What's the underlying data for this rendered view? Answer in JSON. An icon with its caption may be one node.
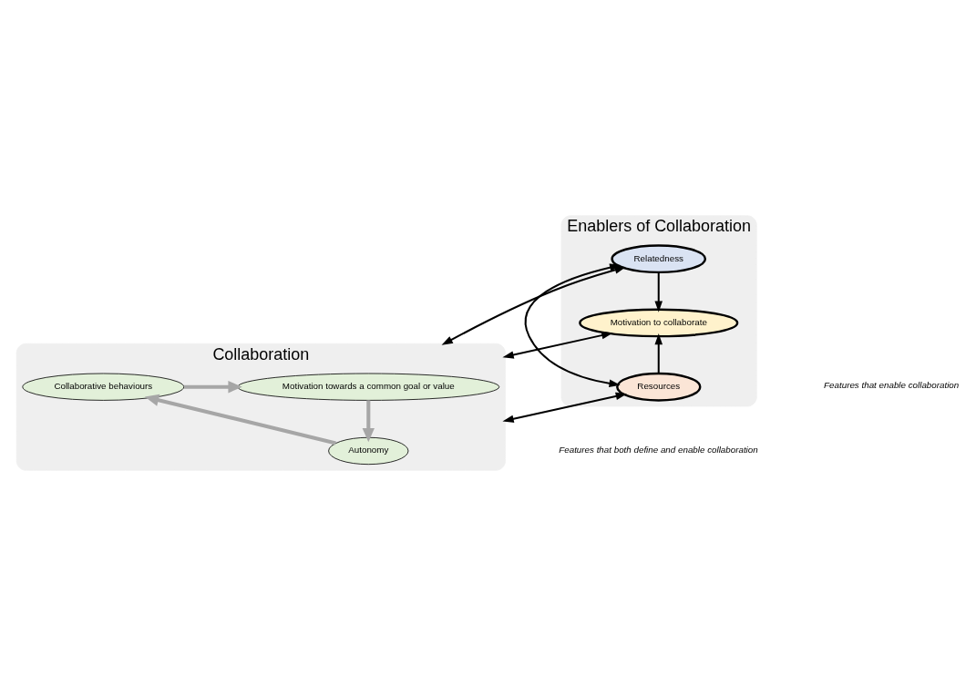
{
  "diagram": {
    "nodes": [
      {
        "text": [
          "Collaboration"
        ]
      },
      {
        "text": [
          "Collaborative behaviours"
        ],
        "in": 0
      },
      {
        "text": [
          "Motivation towards a common goal or value"
        ],
        "in": 0
      },
      {
        "text": [
          "Autonomy"
        ],
        "in": 0
      },
      {
        "text": [
          "Enablers of Collaboration"
        ]
      },
      {
        "text": [
          "Relatedness"
        ],
        "in": 4
      },
      {
        "text": [
          "Motivation to collaborate"
        ],
        "in": 4
      },
      {
        "text": [
          "Resources"
        ],
        "in": 4
      }
    ],
    "edges": [
      {
        "from": 1,
        "to": 2,
        "arrow": "to",
        "style": "thick",
        "color": "#a6a6a6"
      },
      {
        "from": 2,
        "to": 3,
        "arrow": "to",
        "style": "thick",
        "color": "#a6a6a6"
      },
      {
        "from": 3,
        "to": 1,
        "arrow": "to",
        "style": "thick",
        "color": "#a6a6a6"
      },
      {
        "from": 0,
        "to": 5,
        "arrow": "both"
      },
      {
        "from": 0,
        "to": 6,
        "arrow": "both"
      },
      {
        "from": 0,
        "to": 7,
        "arrow": "both"
      },
      {
        "from": 5,
        "to": 6,
        "arrow": "to"
      },
      {
        "from": 5,
        "to": 7,
        "arrow": "both"
      },
      {
        "from": 7,
        "to": 6,
        "arrow": "to"
      }
    ],
    "labels": [
      "Features that both define and enable collaboration",
      "Features that enable collaboration"
    ]
  }
}
